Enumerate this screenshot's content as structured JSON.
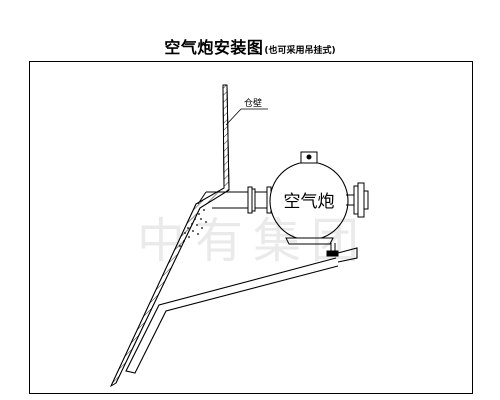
{
  "title": {
    "main": "空气炮安装图",
    "sub": "(也可采用吊挂式)"
  },
  "diagram": {
    "wall_label": "仓壁",
    "cannon_label": "空气炮",
    "watermark": "中有集团"
  }
}
